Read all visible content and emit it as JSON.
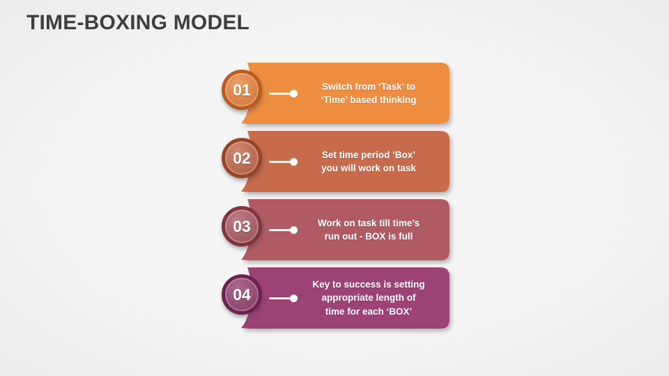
{
  "slide": {
    "title": "TIME-BOXING MODEL"
  },
  "colors": {
    "background": "#f1f1f1",
    "title_text": "#3e3e3e",
    "step_text": "#ffffff",
    "connector": "#ffffff"
  },
  "steps": [
    {
      "number": "01",
      "lines": [
        "Switch from ‘Task’ to",
        "‘Time’ based thinking"
      ],
      "box_fill": "#EE8C40",
      "circle_fill": "#E8823B",
      "ring": "#BB5D1E"
    },
    {
      "number": "02",
      "lines": [
        "Set time period ‘Box’",
        "you will work on task"
      ],
      "box_fill": "#C86A4C",
      "circle_fill": "#C36649",
      "ring": "#9B4325"
    },
    {
      "number": "03",
      "lines": [
        "Work on task till time’s",
        "run out - BOX is full"
      ],
      "box_fill": "#B05A63",
      "circle_fill": "#AB5760",
      "ring": "#81343E"
    },
    {
      "number": "04",
      "lines": [
        "Key to success is setting",
        "appropriate length of",
        "time for each ‘BOX’"
      ],
      "box_fill": "#9D4274",
      "circle_fill": "#943F6D",
      "ring": "#6D2150"
    }
  ]
}
